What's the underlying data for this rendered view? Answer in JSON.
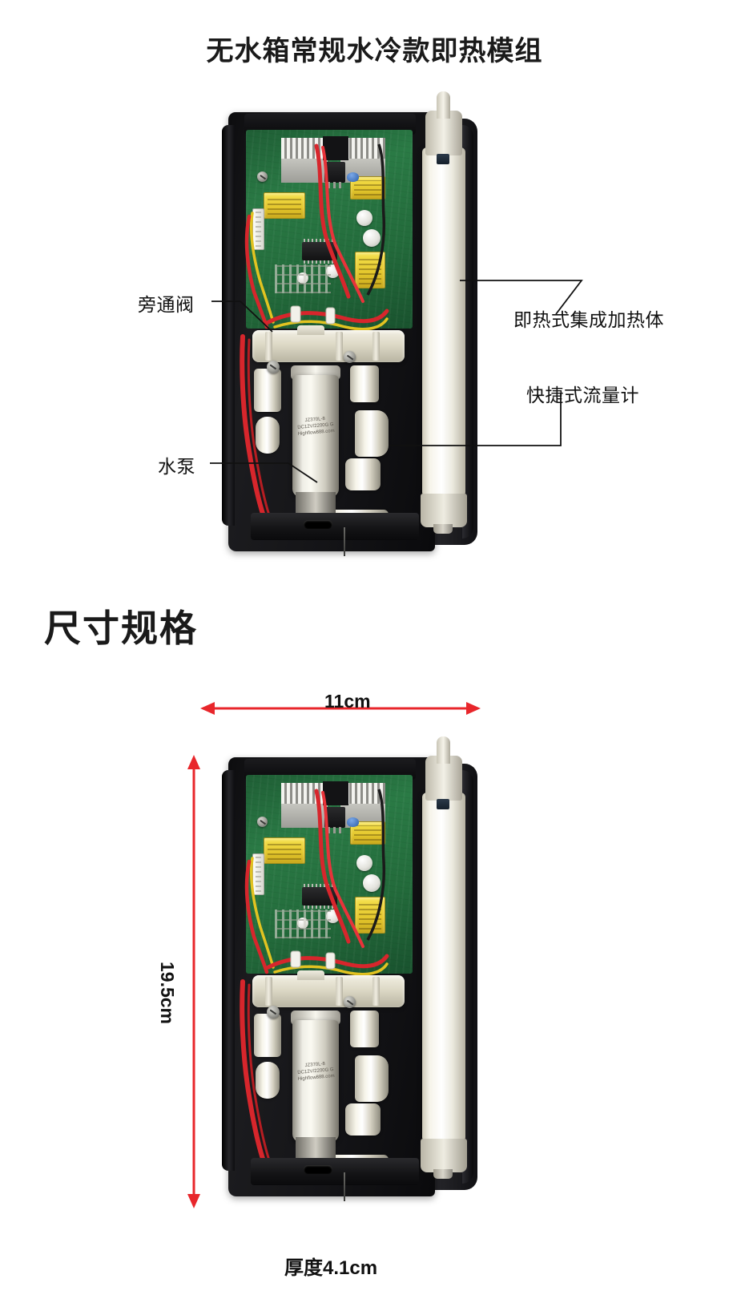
{
  "page": {
    "title": "无水箱常规水冷款即热模组",
    "section_heading": "尺寸规格",
    "background_color": "#ffffff",
    "text_color": "#1a1a1a"
  },
  "callouts": [
    {
      "id": "bypass-valve",
      "label": "旁通阀",
      "side": "left"
    },
    {
      "id": "water-pump",
      "label": "水泵",
      "side": "left"
    },
    {
      "id": "instant-heater",
      "label": "即热式集成加热体",
      "side": "right"
    },
    {
      "id": "flow-meter",
      "label": "快捷式流量计",
      "side": "right"
    }
  ],
  "dimensions": {
    "width_label": "11cm",
    "height_label": "19.5cm",
    "thickness_label": "厚度4.1cm",
    "arrow_color": "#e8262b"
  },
  "product": {
    "pump_label_line1": "JZ370L-8",
    "pump_label_line2": "DC12V/2200G G",
    "pump_label_line3": "Highflow888.com"
  }
}
